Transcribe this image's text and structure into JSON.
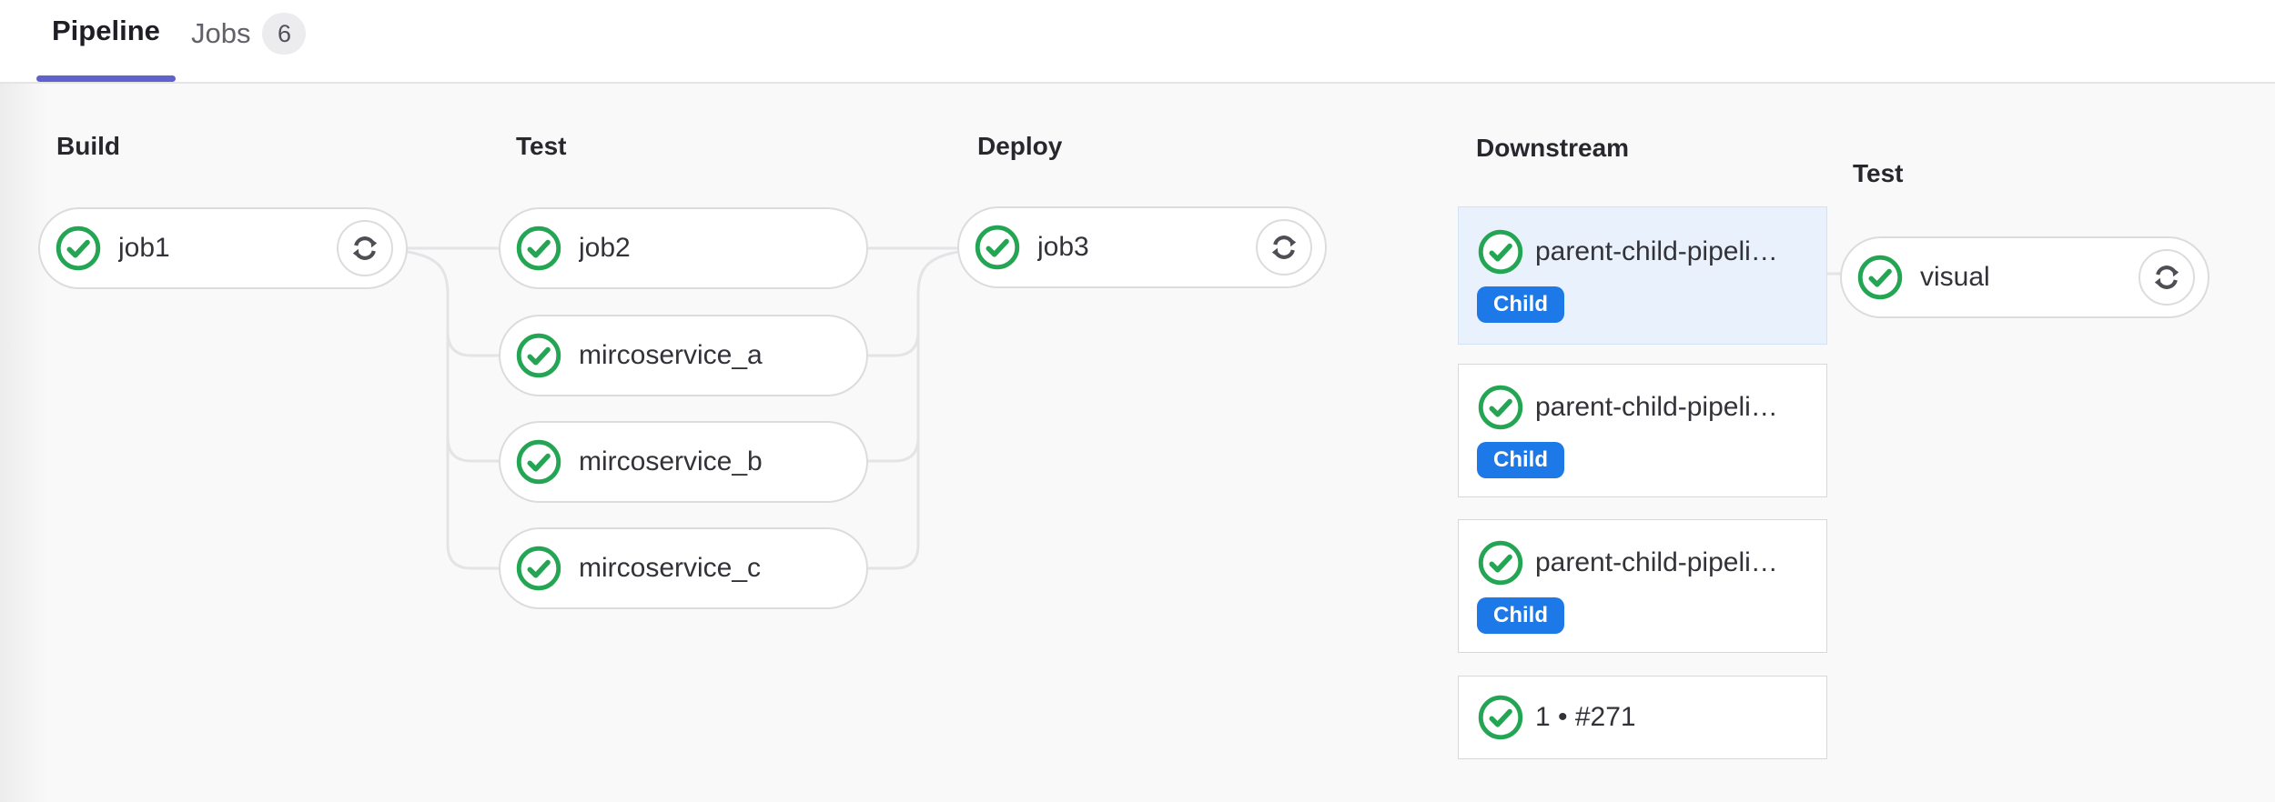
{
  "tabs": {
    "pipeline_label": "Pipeline",
    "jobs_label": "Jobs",
    "jobs_count": "6"
  },
  "stages": {
    "build": {
      "title": "Build",
      "jobs": [
        {
          "name": "job1",
          "status": "success",
          "retryable": true
        }
      ]
    },
    "test": {
      "title": "Test",
      "jobs": [
        {
          "name": "job2",
          "status": "success"
        },
        {
          "name": "mircoservice_a",
          "status": "success"
        },
        {
          "name": "mircoservice_b",
          "status": "success"
        },
        {
          "name": "mircoservice_c",
          "status": "success"
        }
      ]
    },
    "deploy": {
      "title": "Deploy",
      "jobs": [
        {
          "name": "job3",
          "status": "success",
          "retryable": true
        }
      ]
    },
    "downstream": {
      "title": "Downstream",
      "pipelines": [
        {
          "name": "parent-child-pipeli…",
          "badge": "Child",
          "status": "success",
          "selected": true
        },
        {
          "name": "parent-child-pipeli…",
          "badge": "Child",
          "status": "success",
          "selected": false
        },
        {
          "name": "parent-child-pipeli…",
          "badge": "Child",
          "status": "success",
          "selected": false
        },
        {
          "name": "1 • #271",
          "status": "success",
          "selected": false
        }
      ]
    },
    "test2": {
      "title": "Test",
      "jobs": [
        {
          "name": "visual",
          "status": "success",
          "retryable": true
        }
      ]
    }
  },
  "icons": {
    "status_success": "status-success-icon",
    "retry": "retry-icon"
  },
  "colors": {
    "success_green": "#24a554",
    "child_badge_blue": "#1d78e8",
    "selected_card_bg": "#e9f2fc",
    "tab_indicator_indigo": "#6161cc",
    "connector_gray": "#e4e4e6",
    "pill_border": "#dcdcde",
    "graph_background": "#f9f9f9"
  }
}
